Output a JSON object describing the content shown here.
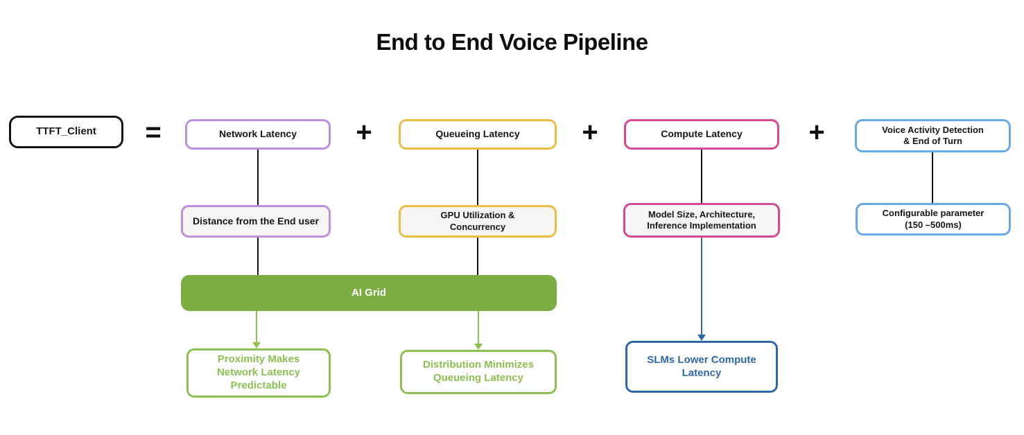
{
  "title": "End to End Voice Pipeline",
  "operators": {
    "equals": "=",
    "plus": "+"
  },
  "client": {
    "label": "TTFT_Client"
  },
  "columns": [
    {
      "id": "network",
      "term": [
        "Network Latency"
      ],
      "driver": [
        "Distance from the End user"
      ],
      "outcome": [
        "Proximity Makes",
        "Network Latency",
        "Predictable"
      ],
      "border_color": "#bd8fe3",
      "outcome_color": "#8cc152"
    },
    {
      "id": "queueing",
      "term": [
        "Queueing Latency"
      ],
      "driver": [
        "GPU Utilization &",
        "Concurrency"
      ],
      "outcome": [
        "Distribution Minimizes",
        "Queueing Latency"
      ],
      "border_color": "#ecbc45",
      "outcome_color": "#8cc152"
    },
    {
      "id": "compute",
      "term": [
        "Compute Latency"
      ],
      "driver": [
        "Model Size, Architecture,",
        "Inference Implementation"
      ],
      "outcome": [
        "SLMs Lower Compute",
        "Latency"
      ],
      "border_color": "#d4498f",
      "outcome_color": "#2d68ae"
    },
    {
      "id": "vad",
      "term": [
        "Voice Activity Detection",
        "& End of Turn"
      ],
      "driver": [
        "Configurable parameter",
        "(150 –500ms)"
      ],
      "border_color": "#66a9e8"
    }
  ],
  "ai_grid": {
    "label": "AI Grid",
    "color": "#7cad43"
  },
  "colors": {
    "purple": "#bd8fe3",
    "yellow": "#ecbc45",
    "pink": "#d4498f",
    "lightblue": "#66a9e8",
    "darkblue": "#2d68ae",
    "green": "#7cad43",
    "lightgreen": "#8cc152",
    "ink": "#111111",
    "panel": "#f7f6f4"
  }
}
